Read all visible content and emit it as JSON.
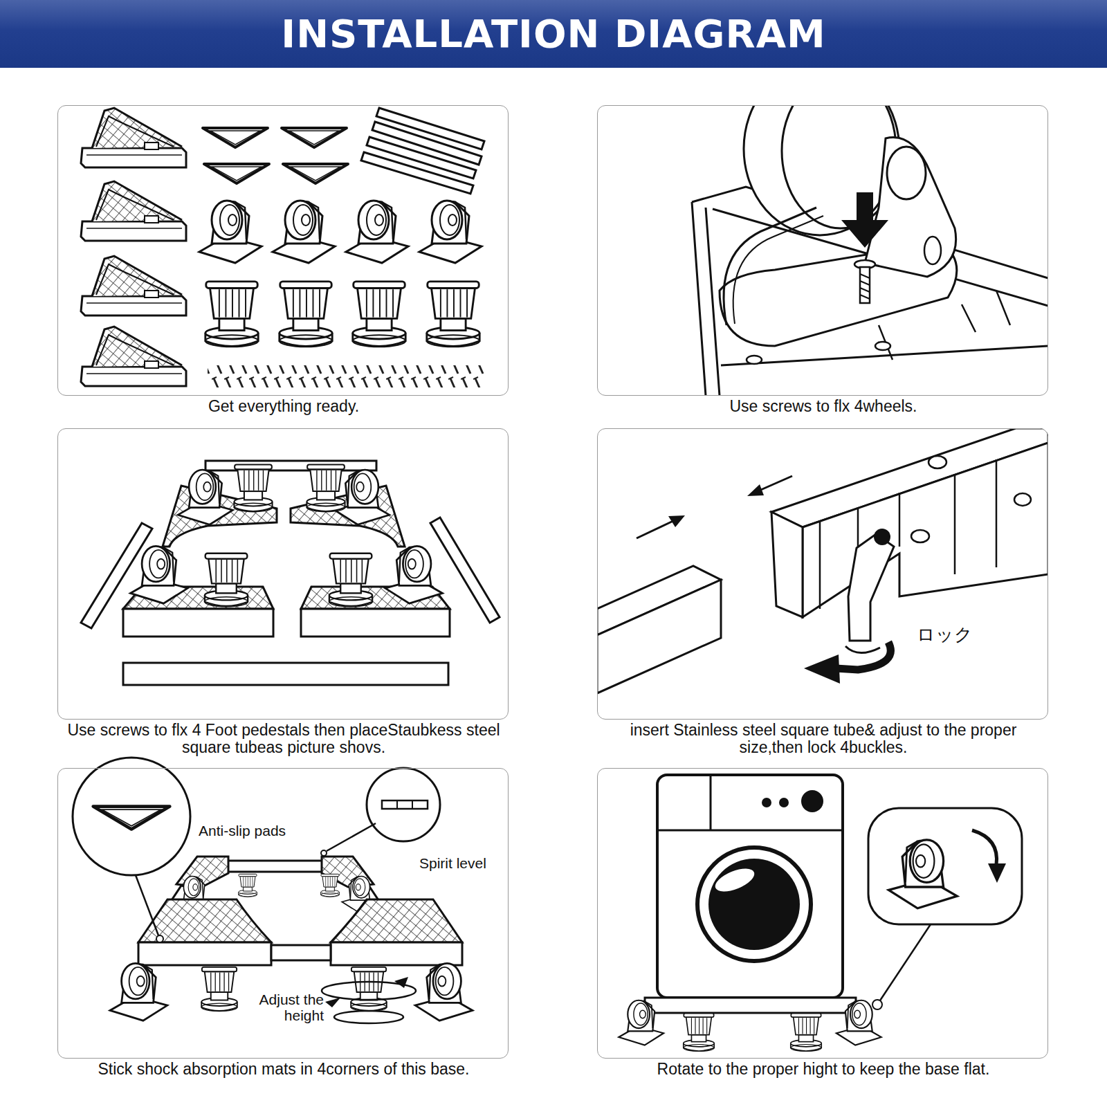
{
  "diagram": {
    "title": "INSTALLATION DIAGRAM",
    "nodes": [
      {
        "text": [
          "Get everything ready."
        ]
      },
      {
        "text": [
          "Use screws to flx 4wheels."
        ]
      },
      {
        "text": [
          "Use screws to flx 4 Foot pedestals then placeStaubkess steel square tubeas picture shovs."
        ]
      },
      {
        "text": [
          "insert Stainless steel square tube& adjust to the proper size,then lock 4buckles."
        ]
      },
      {
        "text": [
          "Stick shock absorption mats in 4corners of this base."
        ]
      },
      {
        "text": [
          "Rotate to the proper hight to keep the base flat."
        ]
      }
    ],
    "labels": [
      "ロック",
      "Anti-slip pads",
      "Spirit level",
      "Adjust the height"
    ]
  }
}
